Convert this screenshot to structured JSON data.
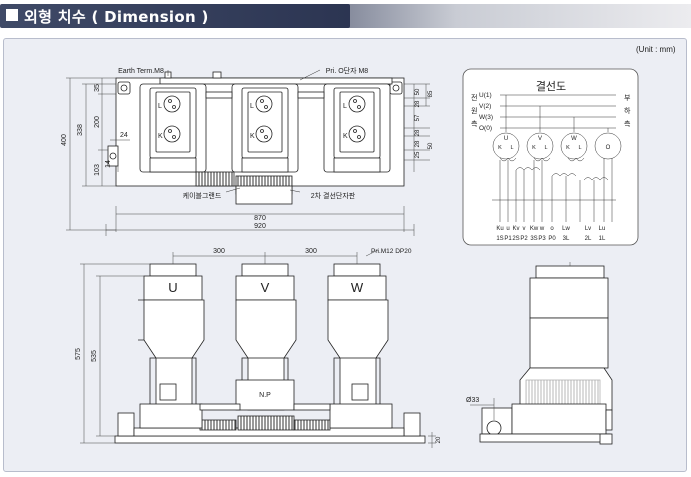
{
  "header": {
    "title": "외형 치수 ( Dimension )"
  },
  "unit": "(Unit : mm)",
  "top_view": {
    "labels": {
      "earth_term": "Earth Term.M8",
      "pri_o": "Pri. O단자 M8",
      "cable_gland": "케이블그랜드",
      "secondary": "2차 결선단자판"
    },
    "dims": {
      "h400": "400",
      "h338": "338",
      "h35": "35",
      "h200": "200",
      "h103": "103",
      "h14": "14",
      "w24": "24",
      "w870": "870",
      "w920": "920",
      "r50": "50",
      "r28a": "28",
      "r28b": "28",
      "r57": "57",
      "r28c": "28",
      "r25": "25",
      "r85": "85",
      "l50": "50"
    },
    "pole_letters": {
      "L": "L",
      "K": "K"
    }
  },
  "wiring": {
    "title": "결선도",
    "left_vertical": [
      "전",
      "원",
      "측"
    ],
    "right_vertical": [
      "부",
      "하",
      "측"
    ],
    "phase_labels": [
      "U(1)",
      "V(2)",
      "W(3)",
      "O(0)"
    ],
    "ct_labels": [
      "U",
      "V",
      "W",
      "O"
    ],
    "terminals_top": [
      "Ku",
      "u",
      "Kv",
      "v",
      "Kw",
      "w",
      "o",
      "Lw",
      "Lv",
      "Lu"
    ],
    "terminals_bottom": [
      "1S",
      "P1",
      "2S",
      "P2",
      "3S",
      "P3",
      "P0",
      "3L",
      "2L",
      "1L"
    ]
  },
  "front_view": {
    "dims": {
      "d300a": "300",
      "d300b": "300",
      "pri_m12": "Pri.M12 DP20",
      "h575": "575",
      "h535": "535",
      "h20": "20"
    },
    "phases": [
      "U",
      "V",
      "W"
    ],
    "np": "N.P"
  },
  "side_view": {
    "dia": "Ø33"
  }
}
